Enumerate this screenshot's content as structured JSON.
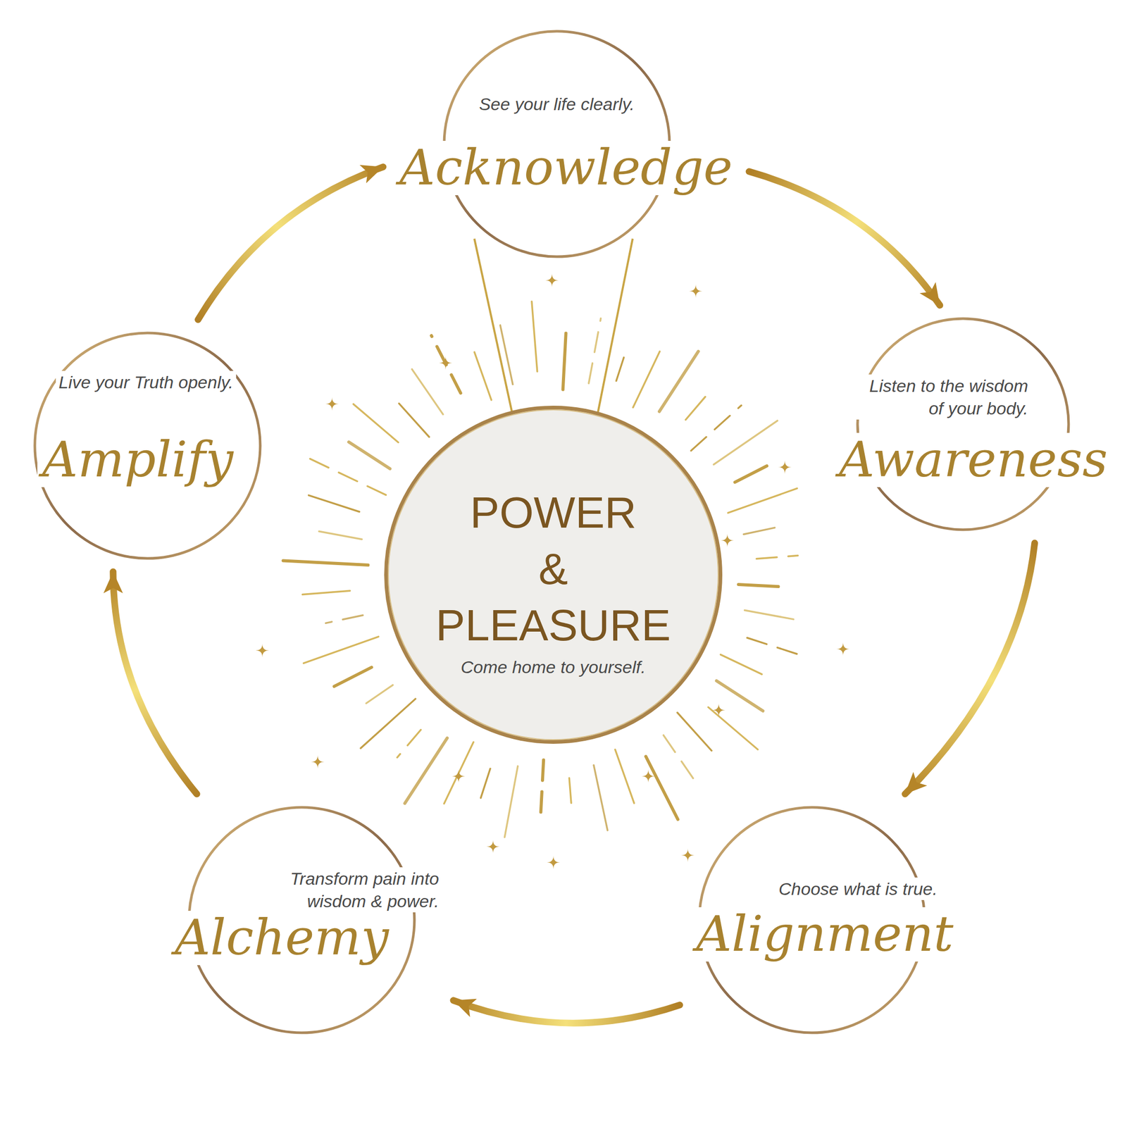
{
  "diagram": {
    "nodes": [
      {
        "text": [
          "See your life clearly.",
          "Acknowledge"
        ]
      },
      {
        "text": [
          "Listen to the wisdom of your body.",
          "Awareness"
        ]
      },
      {
        "text": [
          "Choose what is true.",
          "Alignment"
        ]
      },
      {
        "text": [
          "Transform pain into wisdom & power.",
          "Alchemy"
        ]
      },
      {
        "text": [
          "Live your Truth openly.",
          "Amplify"
        ]
      },
      {
        "text": [
          "POWER & PLEASURE",
          "Come home to yourself."
        ]
      }
    ],
    "edges": [
      {
        "from": 0,
        "to": 1,
        "arrow": "to"
      },
      {
        "from": 1,
        "to": 2,
        "arrow": "to"
      },
      {
        "from": 2,
        "to": 3,
        "arrow": "to"
      },
      {
        "from": 3,
        "to": 4,
        "arrow": "to"
      },
      {
        "from": 4,
        "to": 0,
        "arrow": "to"
      }
    ]
  }
}
